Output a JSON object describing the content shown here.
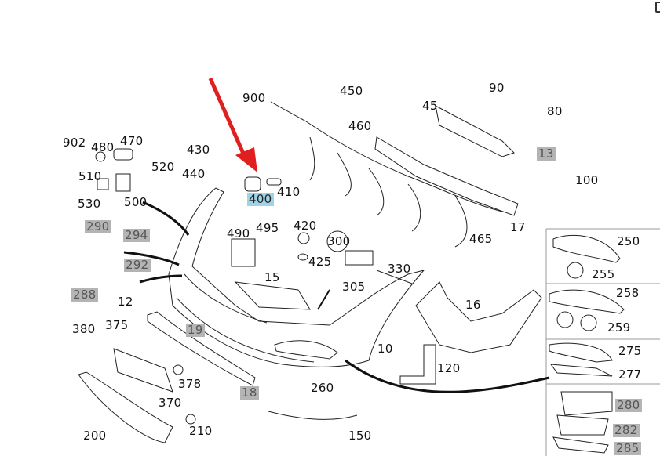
{
  "diagram": {
    "title": "Front bumper exploded parts diagram",
    "highlight_color": "#e02020",
    "gray_label_bg": "#b4b4b4",
    "blue_label_bg": "#9fd3e6",
    "labels": {
      "p900": "900",
      "p450": "450",
      "p460": "460",
      "p90": "90",
      "p45": "45",
      "p80": "80",
      "p13": "13",
      "p100": "100",
      "p17": "17",
      "p902": "902",
      "p480": "480",
      "p470": "470",
      "p430": "430",
      "p520": "520",
      "p440": "440",
      "p510": "510",
      "p400": "400",
      "p410": "410",
      "p530": "530",
      "p500": "500",
      "p290": "290",
      "p294": "294",
      "p292": "292",
      "p288": "288",
      "p490": "490",
      "p495": "495",
      "p420": "420",
      "p425": "425",
      "p300": "300",
      "p330": "330",
      "p465": "465",
      "p15": "15",
      "p305": "305",
      "p12": "12",
      "p16": "16",
      "p380": "380",
      "p375": "375",
      "p19": "19",
      "p10": "10",
      "p120": "120",
      "p378": "378",
      "p18": "18",
      "p370": "370",
      "p260": "260",
      "p200": "200",
      "p210": "210",
      "p150": "150",
      "p250": "250",
      "p255": "255",
      "p258": "258",
      "p259": "259",
      "p275": "275",
      "p277": "277",
      "p280": "280",
      "p282": "282",
      "p285": "285"
    }
  }
}
